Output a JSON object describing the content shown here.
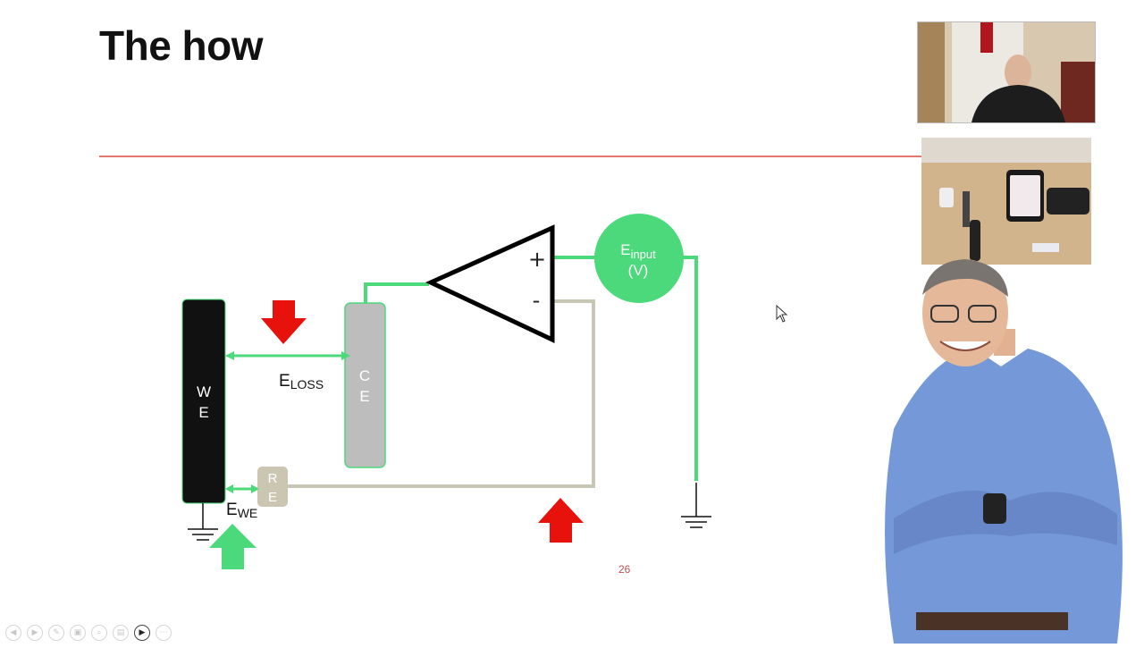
{
  "slide": {
    "title": "The how",
    "page_number": "26"
  },
  "circuit": {
    "we_label": "W\nE",
    "ce_label": "C\nE",
    "re_label": "R\nE",
    "plus_sign": "+",
    "minus_sign": "-",
    "einput_main": "E",
    "einput_sub": "input",
    "einput_unit": "(V)",
    "eloss_main": "E",
    "eloss_sub": "LOSS",
    "ewe_main": "E",
    "ewe_sub": "WE"
  },
  "colors": {
    "accent_green": "#4cd97b",
    "arrow_red": "#e8120c",
    "divider": "#e2786e",
    "re_line": "#c8c6b4"
  },
  "toolbar": {
    "buttons": [
      {
        "name": "previous-slide-button",
        "glyph": "◀"
      },
      {
        "name": "next-slide-button",
        "glyph": "▶"
      },
      {
        "name": "pen-tool-button",
        "glyph": "✎"
      },
      {
        "name": "see-all-slides-button",
        "glyph": "▣"
      },
      {
        "name": "zoom-button",
        "glyph": "⌕"
      },
      {
        "name": "subtitles-button",
        "glyph": "▤"
      },
      {
        "name": "camera-button",
        "glyph": "▶"
      },
      {
        "name": "more-options-button",
        "glyph": "⋯"
      }
    ]
  }
}
